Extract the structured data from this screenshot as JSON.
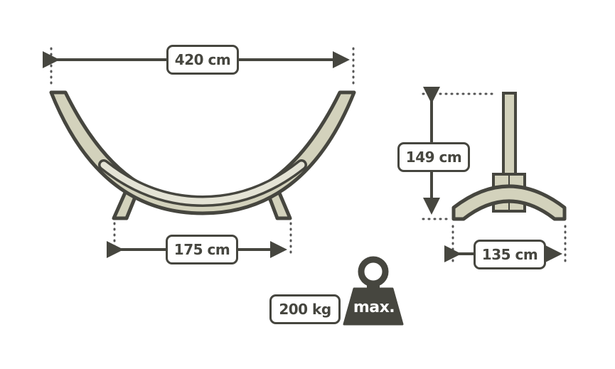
{
  "colors": {
    "outline": "#46463f",
    "wood": "#d3d2bc",
    "wood_light": "#e4e3d5",
    "background": "#ffffff"
  },
  "front_view": {
    "width_label": "420 cm",
    "base_width_label": "175 cm"
  },
  "side_view": {
    "height_label": "149 cm",
    "base_depth_label": "135 cm"
  },
  "max_load": {
    "weight_label": "200 kg",
    "weight_icon_text": "max."
  }
}
